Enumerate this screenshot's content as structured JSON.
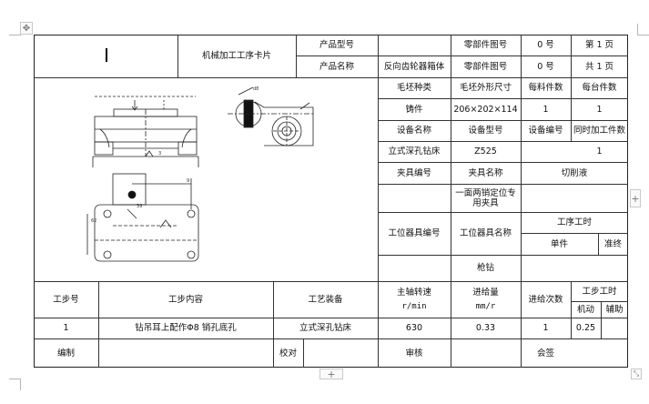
{
  "header": {
    "card_title": "机械加工工序卡片",
    "product_model_label": "产品型号",
    "product_name_label": "产品名称",
    "product_name_value": "反向齿轮器箱体",
    "part_drawing_label_1": "零部件图号",
    "part_drawing_value_1": "0 号",
    "part_drawing_label_2": "零部件图号",
    "part_drawing_value_2": "0 号",
    "page_no": "第 1 页",
    "page_total": "共 1 页"
  },
  "material": {
    "blank_type_label": "毛坯种类",
    "blank_size_label": "毛坯外形尺寸",
    "per_blank_label": "每料件数",
    "per_machine_label": "每台件数",
    "blank_type": "铸件",
    "blank_size": "206×202×114",
    "per_blank": "1",
    "per_machine": "1"
  },
  "equipment": {
    "name_label": "设备名称",
    "model_label": "设备型号",
    "number_label": "设备编号",
    "parallel_label": "同时加工件数",
    "name": "立式深孔钻床",
    "model": "Z525",
    "parallel": "1"
  },
  "fixture": {
    "number_label": "夹具编号",
    "name_label": "夹具名称",
    "coolant_label": "切削液",
    "name": "一面两销定位专用夹具"
  },
  "tools": {
    "station_number_label": "工位器具编号",
    "station_name_label": "工位器具名称",
    "process_time_label": "工序工时",
    "single_label": "单件",
    "prep_label": "准终",
    "tool": "枪钻"
  },
  "steps": {
    "step_no_label": "工步号",
    "content_label": "工步内容",
    "equipment_label": "工艺装备",
    "spindle_label": "主轴转速",
    "spindle_unit": "r/min",
    "feed_label": "进给量",
    "feed_unit": "mm/r",
    "passes_label": "进给次数",
    "step_time_label": "工步工时",
    "machine_label": "机动",
    "aux_label": "辅助",
    "rows": [
      {
        "no": "1",
        "content": "钻吊耳上配作Φ8 销孔底孔",
        "equipment": "立式深孔钻床",
        "spindle": "630",
        "feed": "0.33",
        "passes": "1",
        "machine": "0.25",
        "aux": ""
      }
    ]
  },
  "footer": {
    "compile_label": "编制",
    "proof_label": "校对",
    "review_label": "审核",
    "sign_label": "会签"
  },
  "drawing": {
    "dim_labels": [
      "3",
      "d8",
      "62",
      "9",
      "39"
    ]
  },
  "controls": {
    "add_symbol": "+"
  }
}
